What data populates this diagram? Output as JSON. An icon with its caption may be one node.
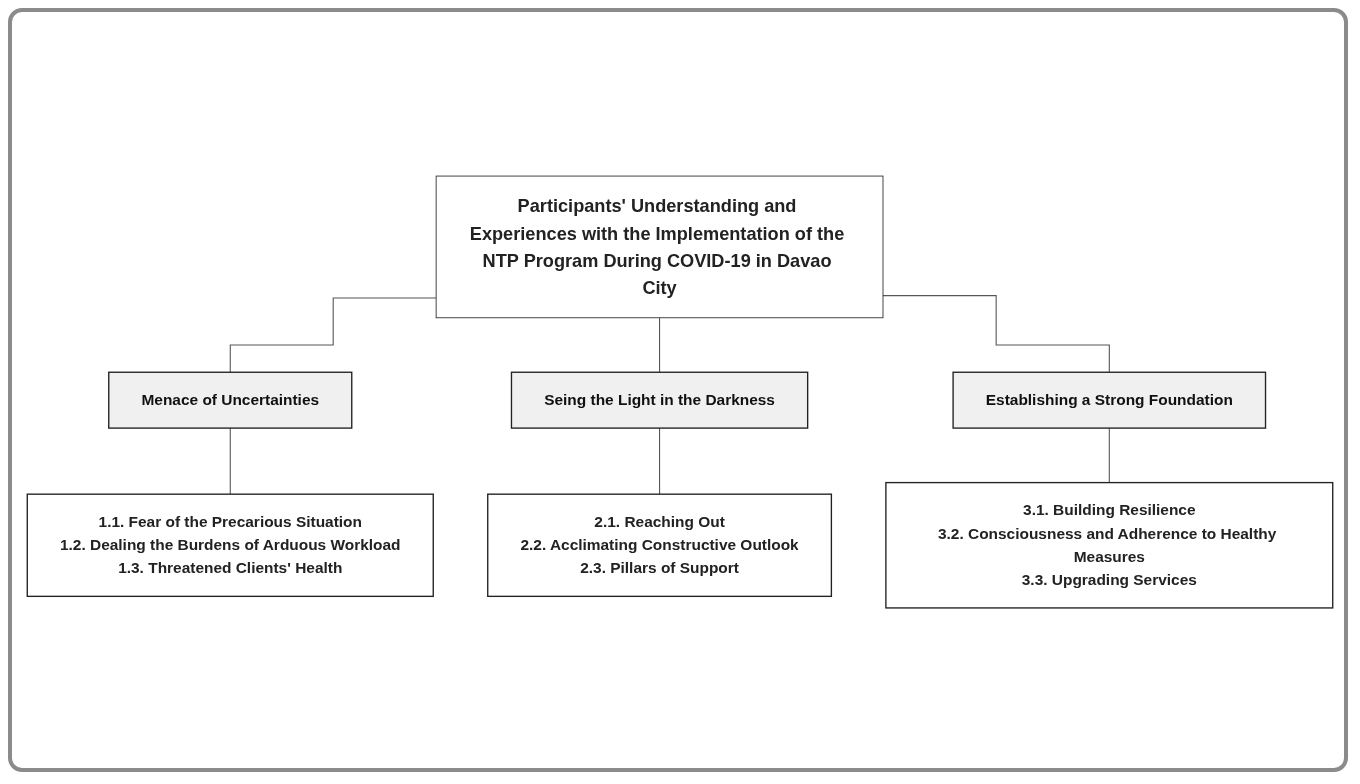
{
  "diagram": {
    "nodes": [
      {
        "text": [
          "Participants' Understanding and Experiences with the Implementation of the NTP Program During COVID-19 in Davao City"
        ]
      },
      {
        "text": [
          "Menace of Uncertainties"
        ]
      },
      {
        "text": [
          "Seing the Light in the Darkness"
        ]
      },
      {
        "text": [
          "Establishing a Strong Foundation"
        ]
      },
      {
        "text": [
          "1.1. Fear of the Precarious Situation",
          "1.2. Dealing the Burdens of Arduous Workload",
          "1.3. Threatened Clients' Health"
        ]
      },
      {
        "text": [
          "2.1. Reaching Out",
          "2.2. Acclimating Constructive Outlook",
          "2.3. Pillars of Support"
        ]
      },
      {
        "text": [
          "3.1. Building Resilience",
          "3.2. Consciousness and Adherence to Healthy Measures",
          "3.3. Upgrading Services"
        ]
      }
    ],
    "edges": [
      {
        "from": 0,
        "to": 1,
        "arrow": "none"
      },
      {
        "from": 0,
        "to": 2,
        "arrow": "none"
      },
      {
        "from": 0,
        "to": 3,
        "arrow": "none"
      },
      {
        "from": 1,
        "to": 4,
        "arrow": "none"
      },
      {
        "from": 2,
        "to": 5,
        "arrow": "none"
      },
      {
        "from": 3,
        "to": 6,
        "arrow": "none"
      }
    ]
  }
}
